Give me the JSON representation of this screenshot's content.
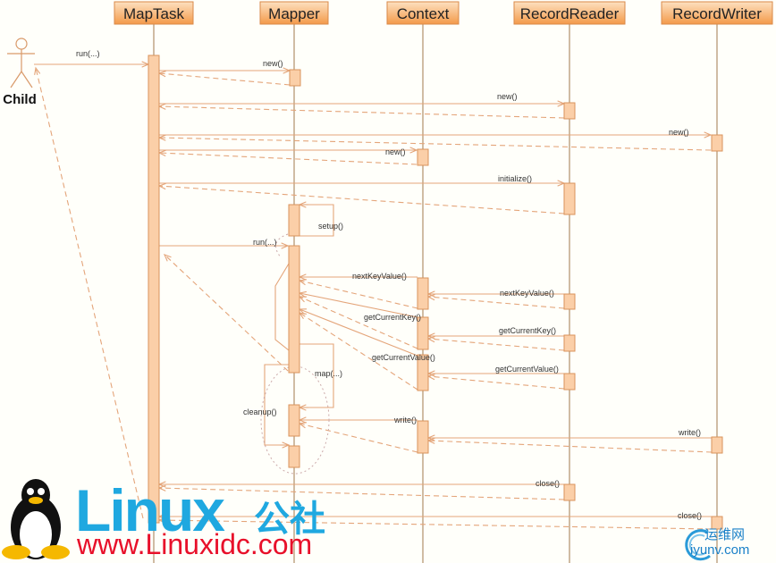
{
  "actor": {
    "name": "Child"
  },
  "lifelines": [
    "MapTask",
    "Mapper",
    "Context",
    "RecordReader",
    "RecordWriter"
  ],
  "messages": [
    {
      "label": "run(...)"
    },
    {
      "label": "new()"
    },
    {
      "label": "new()"
    },
    {
      "label": "new()"
    },
    {
      "label": "new()"
    },
    {
      "label": "initialize()"
    },
    {
      "label": "setup()"
    },
    {
      "label": "run(...)"
    },
    {
      "label": "nextKeyValue()"
    },
    {
      "label": "nextKeyValue()"
    },
    {
      "label": "getCurrentKey()"
    },
    {
      "label": "getCurrentKey()"
    },
    {
      "label": "getCurrentValue()"
    },
    {
      "label": "getCurrentValue()"
    },
    {
      "label": "map(...)"
    },
    {
      "label": "cleanup()"
    },
    {
      "label": "write()"
    },
    {
      "label": "write()"
    },
    {
      "label": "close()"
    },
    {
      "label": "close()"
    }
  ],
  "watermarks": {
    "linux": "Linux",
    "gongshe": "公社",
    "url": "www.Linuxidc.com",
    "yunwei": "运维网",
    "iyunv": "iyunv.com"
  },
  "colors": {
    "header": "#f39a4a",
    "activation": "#fbcfa8",
    "arrow": "#e4a57a",
    "lifeline": "#b0906a"
  }
}
